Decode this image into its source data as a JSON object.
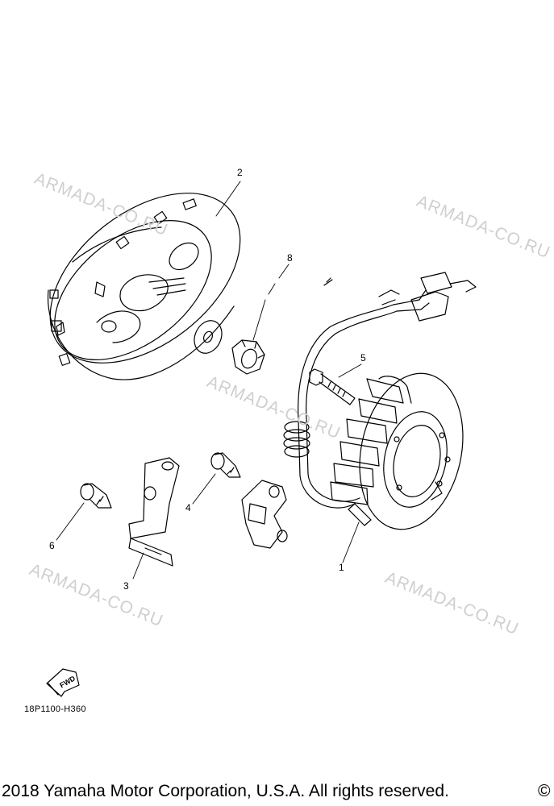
{
  "watermarks": [
    "ARMADA-CO.RU",
    "ARMADA-CO.RU",
    "ARMADA-CO.RU",
    "ARMADA-CO.RU",
    "ARMADA-CO.RU"
  ],
  "callouts": [
    "1",
    "2",
    "3",
    "4",
    "5",
    "6",
    "8"
  ],
  "fwd_label": "FWD",
  "diagram_code": "18P1100-H360",
  "copyright": "2018 Yamaha Motor Corporation, U.S.A. All rights reserved.",
  "copyright_symbol": "©"
}
